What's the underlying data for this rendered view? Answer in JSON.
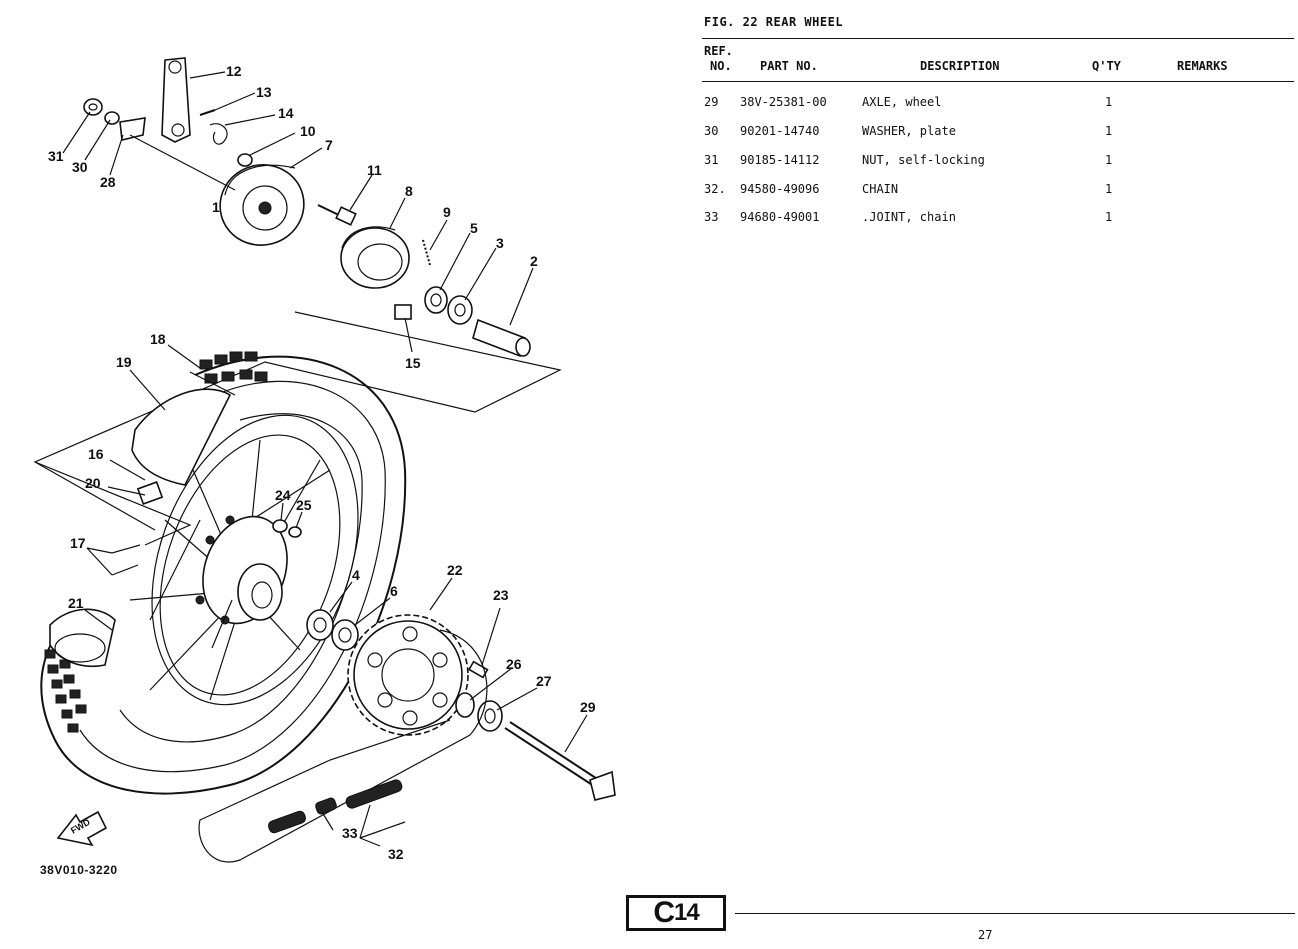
{
  "figure": {
    "title": "FIG. 22  REAR WHEEL",
    "diagram_code": "38V010-3220",
    "fwd_label": "FWD",
    "callouts": [
      "1",
      "2",
      "3",
      "4",
      "5",
      "6",
      "7",
      "8",
      "9",
      "10",
      "11",
      "12",
      "13",
      "14",
      "15",
      "16",
      "17",
      "18",
      "19",
      "20",
      "21",
      "22",
      "23",
      "24",
      "25",
      "26",
      "27",
      "28",
      "29",
      "30",
      "31",
      "32",
      "33"
    ]
  },
  "table": {
    "headers": {
      "ref": "REF.",
      "no": "NO.",
      "part_no": "PART NO.",
      "description": "DESCRIPTION",
      "qty": "Q'TY",
      "remarks": "REMARKS"
    },
    "rows": [
      {
        "ref": "29",
        "part_no": "38V-25381-00",
        "description": "AXLE, wheel",
        "qty": "1",
        "remarks": ""
      },
      {
        "ref": "30",
        "part_no": "90201-14740",
        "description": "WASHER, plate",
        "qty": "1",
        "remarks": ""
      },
      {
        "ref": "31",
        "part_no": "90185-14112",
        "description": "NUT, self-locking",
        "qty": "1",
        "remarks": ""
      },
      {
        "ref": "32.",
        "part_no": "94580-49096",
        "description": "CHAIN",
        "qty": "1",
        "remarks": ""
      },
      {
        "ref": "33",
        "part_no": "94680-49001",
        "description": ".JOINT, chain",
        "qty": "1",
        "remarks": ""
      }
    ]
  },
  "footer": {
    "section_letter": "C",
    "section_number": "14",
    "page_number": "27"
  }
}
